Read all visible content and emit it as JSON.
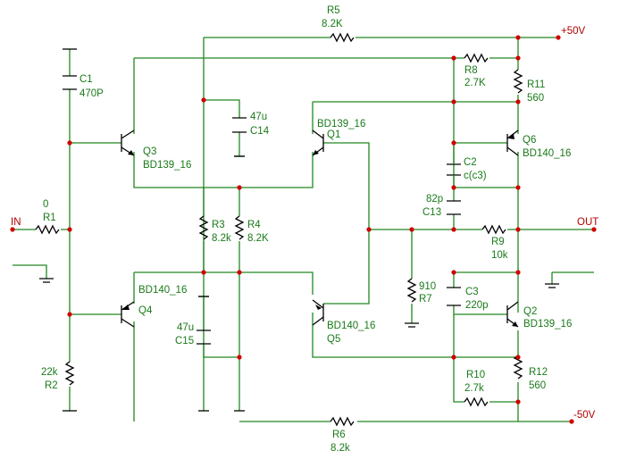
{
  "rails": {
    "pos": "+50V",
    "neg": "-50V"
  },
  "ports": {
    "input": "IN",
    "output": "OUT"
  },
  "components": {
    "C1": {
      "ref": "C1",
      "value": "470P"
    },
    "R1": {
      "ref": "R1",
      "value": "0"
    },
    "R2": {
      "ref": "R2",
      "value": "22k"
    },
    "R3": {
      "ref": "R3",
      "value": "8.2k"
    },
    "R4": {
      "ref": "R4",
      "value": "8.2K"
    },
    "R5": {
      "ref": "R5",
      "value": "8.2K"
    },
    "R6": {
      "ref": "R6",
      "value": "8.2k"
    },
    "R7": {
      "ref": "R7",
      "value": "910"
    },
    "R8": {
      "ref": "R8",
      "value": "2.7K"
    },
    "R9": {
      "ref": "R9",
      "value": "10k"
    },
    "R10": {
      "ref": "R10",
      "value": "2.7k"
    },
    "R11": {
      "ref": "R11",
      "value": "560"
    },
    "R12": {
      "ref": "R12",
      "value": "560"
    },
    "C2": {
      "ref": "C2",
      "value": "c(c3)"
    },
    "C3": {
      "ref": "C3",
      "value": "220p"
    },
    "C13": {
      "ref": "C13",
      "value": "82p"
    },
    "C14": {
      "ref": "C14",
      "value": "47u"
    },
    "C15": {
      "ref": "C15",
      "value": "47u"
    },
    "Q1": {
      "ref": "Q1",
      "part": "BD139_16"
    },
    "Q2": {
      "ref": "Q2",
      "part": "BD139_16"
    },
    "Q3": {
      "ref": "Q3",
      "part": "BD139_16"
    },
    "Q4": {
      "ref": "Q4",
      "part": "BD140_16"
    },
    "Q5": {
      "ref": "Q5",
      "part": "BD140_16"
    },
    "Q6": {
      "ref": "Q6",
      "part": "BD140_16"
    }
  }
}
